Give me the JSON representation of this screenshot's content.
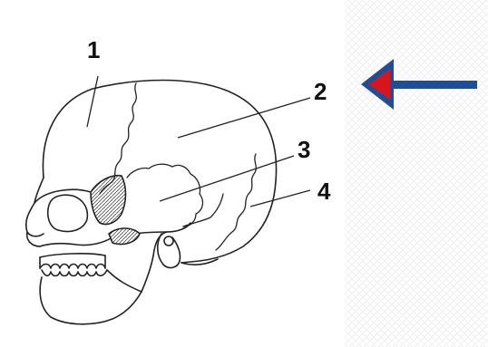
{
  "diagram": {
    "labels": [
      {
        "id": "1",
        "text": "1"
      },
      {
        "id": "2",
        "text": "2"
      },
      {
        "id": "3",
        "text": "3"
      },
      {
        "id": "4",
        "text": "4"
      }
    ]
  },
  "arrow": {
    "shaft_color": "#1f4e96",
    "head_color": "#d8141c",
    "head_outline_color": "#1f4e96"
  },
  "icons": [
    "skull-illustration",
    "pointer-arrow-icon"
  ]
}
